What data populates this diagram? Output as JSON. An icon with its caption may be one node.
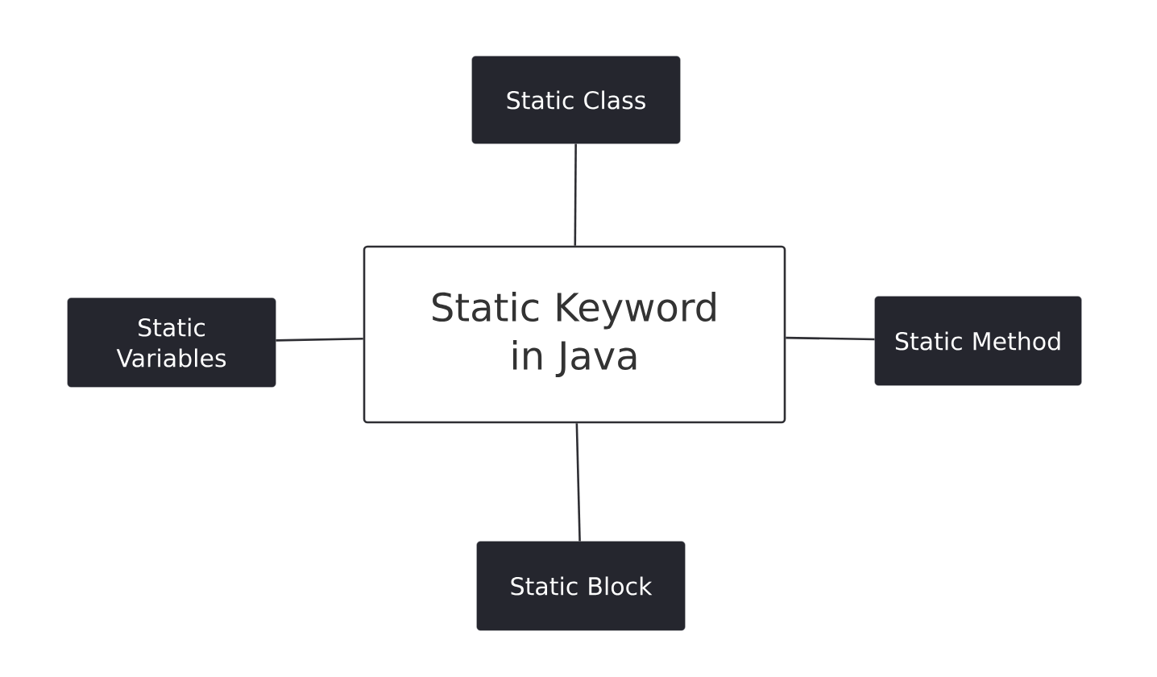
{
  "diagram": {
    "nodes": [
      {
        "text": [
          "Static Keyword in Java"
        ]
      },
      {
        "text": [
          "Static Class"
        ]
      },
      {
        "text": [
          "Static Variables"
        ]
      },
      {
        "text": [
          "Static Method"
        ]
      },
      {
        "text": [
          "Static Block"
        ]
      }
    ],
    "edges": [
      {
        "from": 0,
        "to": 1,
        "arrow": "none"
      },
      {
        "from": 0,
        "to": 2,
        "arrow": "none"
      },
      {
        "from": 0,
        "to": 3,
        "arrow": "none"
      },
      {
        "from": 0,
        "to": 4,
        "arrow": "none"
      }
    ]
  }
}
